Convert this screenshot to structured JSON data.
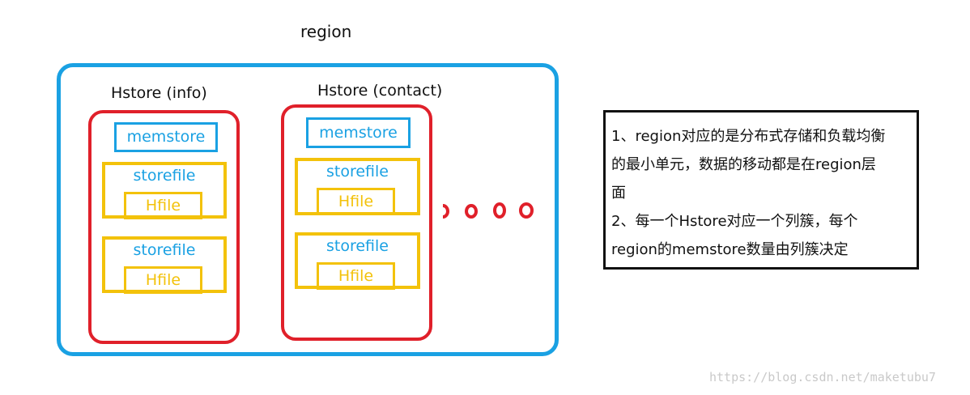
{
  "region_label": "region",
  "hstores": [
    {
      "title": "Hstore (info)",
      "memstore": "memstore",
      "storefiles": [
        {
          "label": "storefile",
          "hfile": "Hfile"
        },
        {
          "label": "storefile",
          "hfile": "Hfile"
        }
      ]
    },
    {
      "title": "Hstore (contact)",
      "memstore": "memstore",
      "storefiles": [
        {
          "label": "storefile",
          "hfile": "Hfile"
        },
        {
          "label": "storefile",
          "hfile": "Hfile"
        }
      ]
    }
  ],
  "notes": [
    "1、region对应的是分布式存储和负载均衡",
    "的最小单元，数据的移动都是在region层",
    "面",
    "2、每一个Hstore对应一个列簇，每个",
    "region的memstore数量由列簇决定"
  ],
  "watermark": "https://blog.csdn.net/maketubu7",
  "colors": {
    "region_border": "#1aa1e3",
    "hstore_border": "#e0202a",
    "memstore_border": "#1aa1e3",
    "storefile_border": "#f3c20b",
    "hfile_text": "#f3c20b",
    "memstore_text": "#1aa1e3",
    "dots": "#e0202a"
  }
}
